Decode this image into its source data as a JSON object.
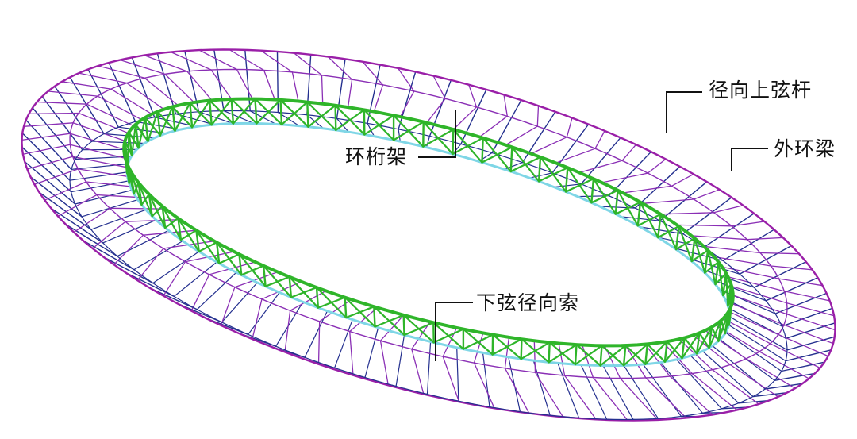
{
  "labels": {
    "radial_upper_chord": "径向上弦杆",
    "outer_ring_beam": "外环梁",
    "ring_truss": "环桁架",
    "lower_radial_cable": "下弦径向索"
  },
  "colors": {
    "outer_ring": "#9a1fa8",
    "upper_radial": "#8a2fb5",
    "lower_cable": "#24308f",
    "truss": "#2fb52a",
    "inner_ring": "#7fd6e6",
    "leader_line": "#111111"
  }
}
